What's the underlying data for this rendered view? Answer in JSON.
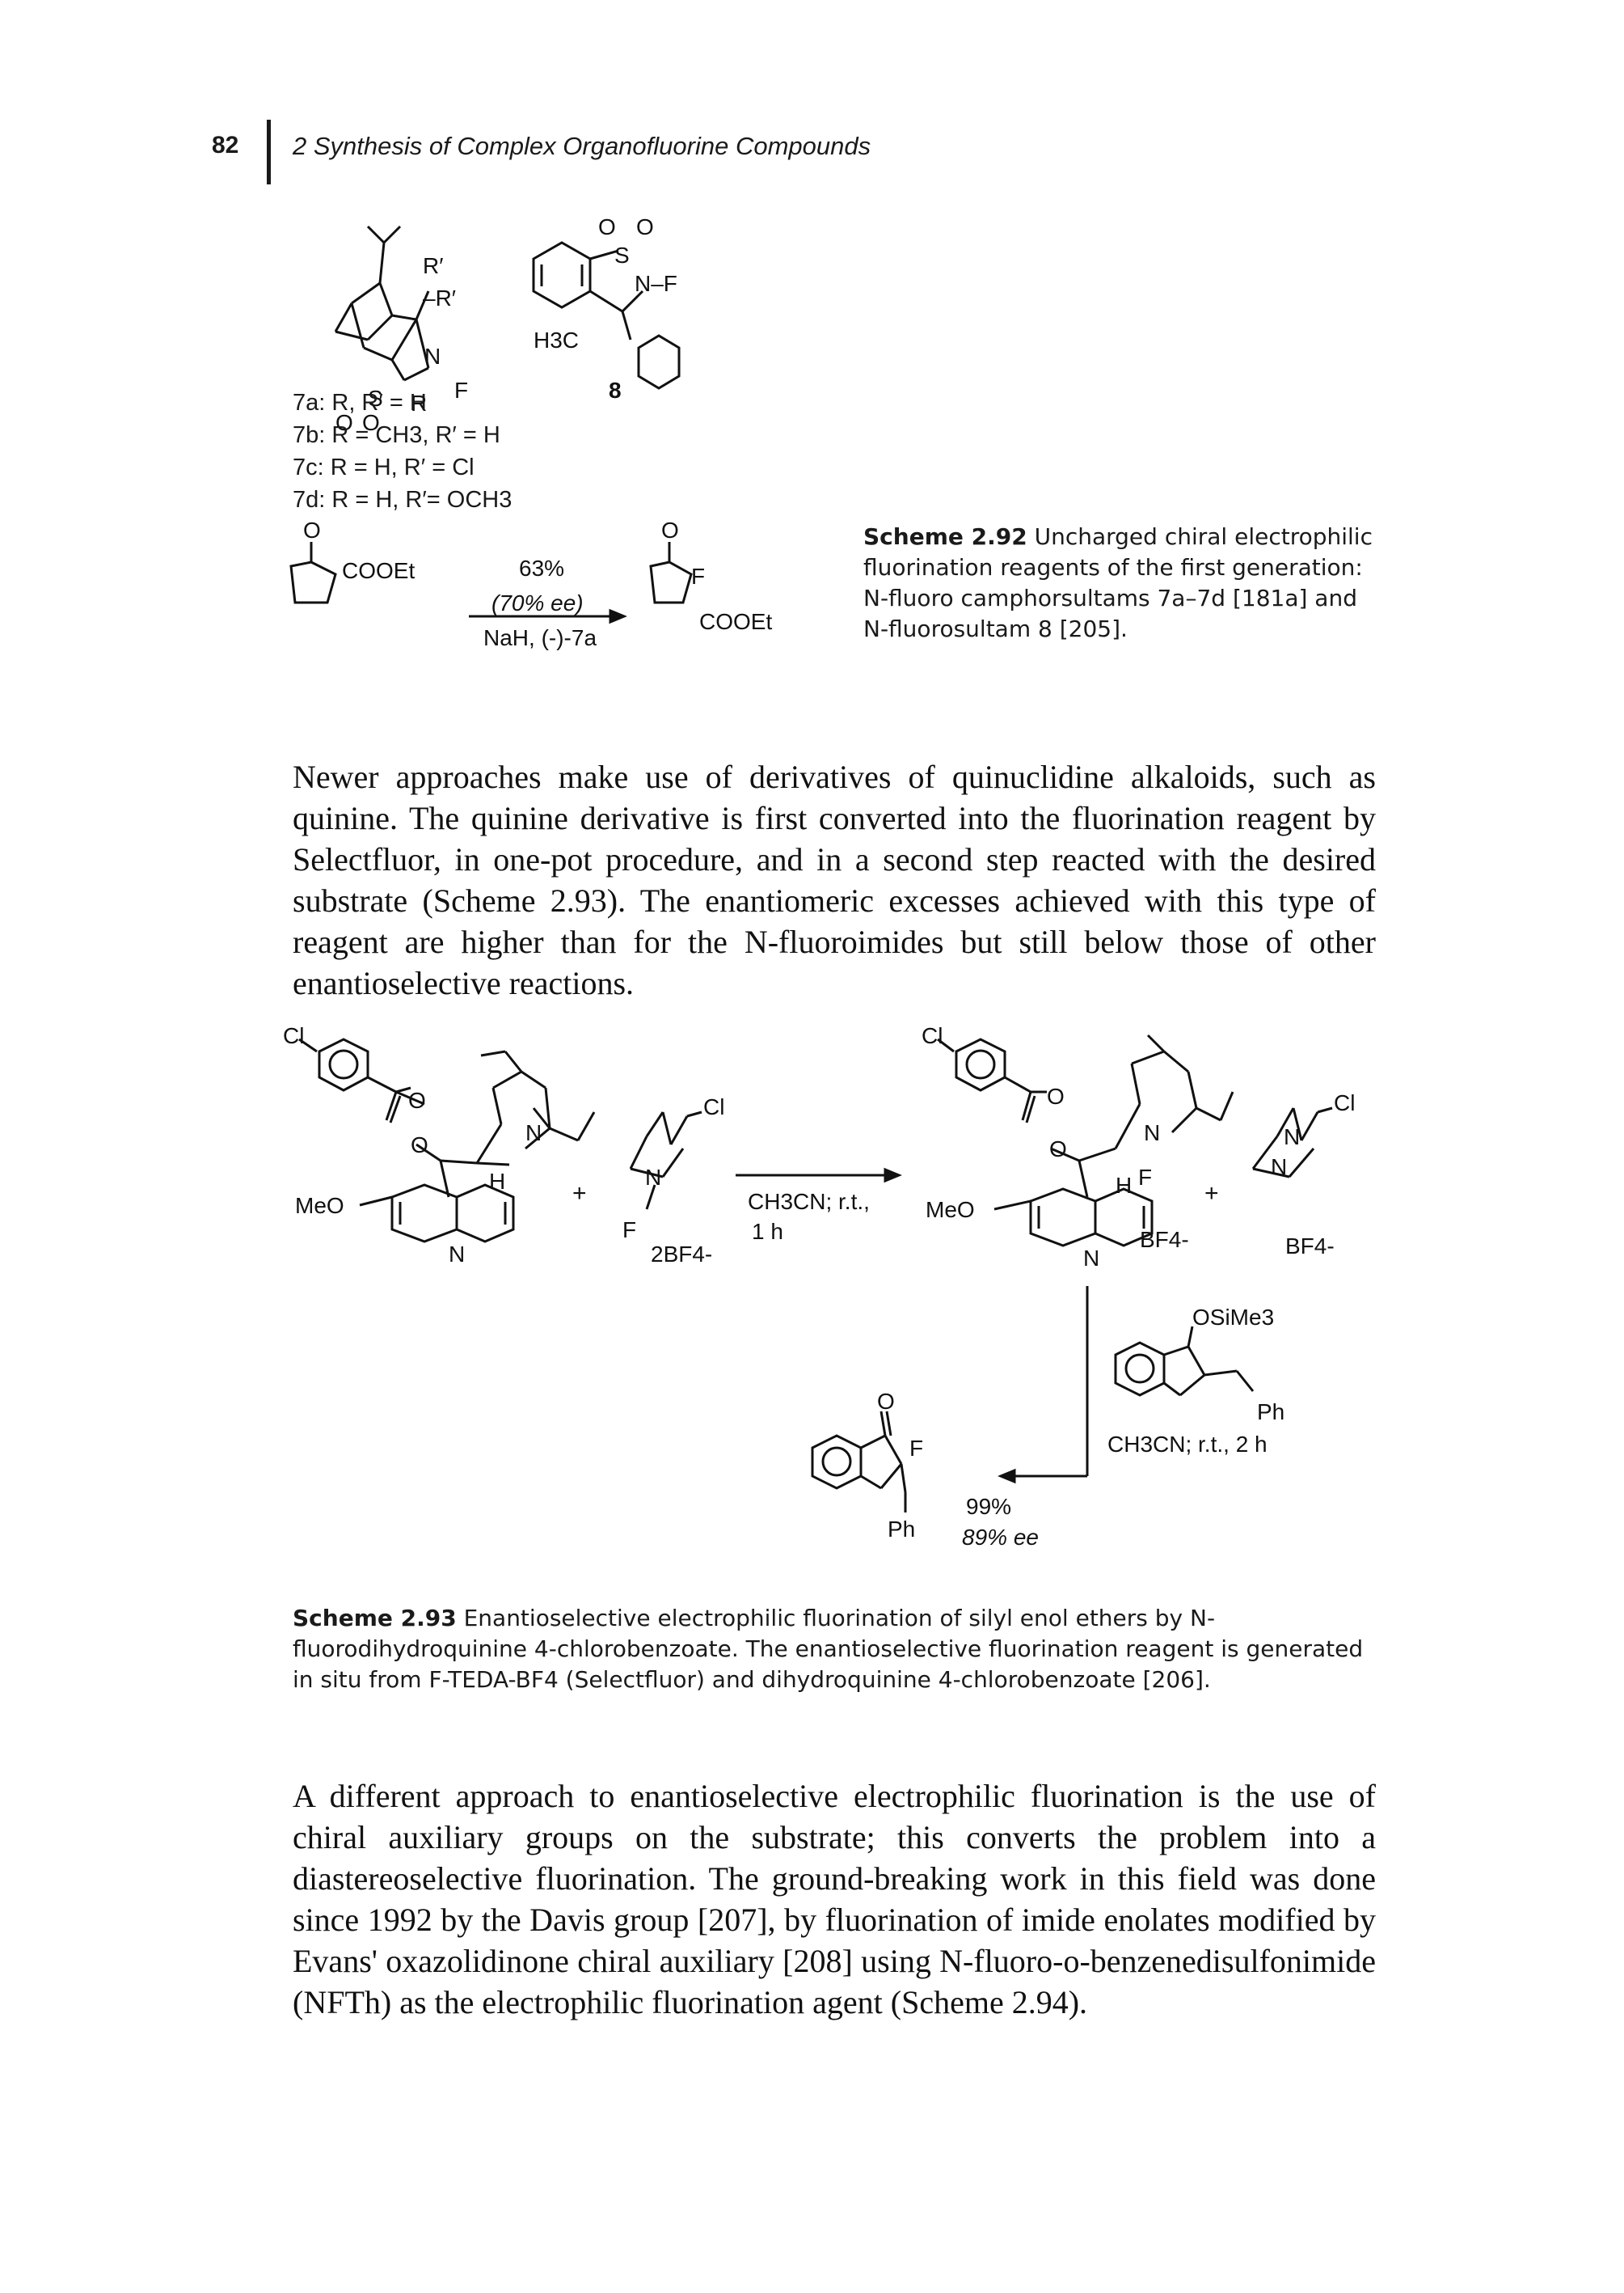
{
  "header": {
    "page_number": "82",
    "chapter_title": "2 Synthesis of Complex Organofluorine Compounds"
  },
  "scheme_292": {
    "compound_labels": [
      "7a: R, R′ = H",
      "7b: R = CH3, R′ = H",
      "7c: R = H, R′ = Cl",
      "7d: R = H, R′= OCH3"
    ],
    "compound_8": "8",
    "atom_labels": {
      "R_prime_top": "R′",
      "R_prime_mid": "–R′",
      "N": "N",
      "F": "F",
      "S": "S",
      "O": "O",
      "R": "R",
      "sultam_O1": "O",
      "sultam_O2": "O",
      "sultam_S": "S",
      "sultam_NF": "N–F",
      "h3c": "H3C"
    },
    "reaction": {
      "start_substituent": "COOEt",
      "start_O": "O",
      "yield": "63%",
      "ee": "(70% ee)",
      "conditions": "NaH, (-)-7a",
      "product_O": "O",
      "product_F": "F",
      "product_substituent": "COOEt"
    },
    "caption_label": "Scheme 2.92",
    "caption_text": "Uncharged chiral electrophilic fluorination reagents of the first generation: N-fluoro camphorsultams 7a–7d [181a] and N-fluorosultam 8 [205]."
  },
  "paragraph_1": "Newer approaches make use of derivatives of quinuclidine alkaloids, such as quinine. The quinine derivative is first converted into the fluorination reagent by Selectfluor, in one-pot procedure, and in a second step reacted with the desired substrate (Scheme 2.93). The enantiomeric excesses achieved with this type of reagent are higher than for the N-fluoroimides but still below those of other enantioselective reactions.",
  "scheme_293": {
    "labels": {
      "cl1": "Cl",
      "o1": "O",
      "o2": "O",
      "meo1": "MeO",
      "n1": "N",
      "h1": "H",
      "nq1": "N",
      "plus1": "+",
      "cl2": "Cl",
      "nplus": "N",
      "f1": "F",
      "salt1": "2BF4-",
      "cond1": "CH3CN; r.t.,",
      "cond2": "1 h",
      "cl3": "Cl",
      "o3": "O",
      "o4": "O",
      "meo2": "MeO",
      "nplus2": "N",
      "f2": "F",
      "h2": "H",
      "nq2": "N",
      "salt2": "BF4-",
      "plus2": "+",
      "cl4": "Cl",
      "n3": "N",
      "n4": "N",
      "salt3": "BF4-",
      "osime3": "OSiMe3",
      "ph1": "Ph",
      "cond3": "CH3CN; r.t., 2 h",
      "o5": "O",
      "f3": "F",
      "ph2": "Ph",
      "yield": "99%",
      "ee": "89% ee"
    },
    "caption_label": "Scheme 2.93",
    "caption_text": "Enantioselective electrophilic fluorination of silyl enol ethers by N-fluorodihydroquinine 4-chlorobenzoate. The enantioselective fluorination reagent is generated in situ from F-TEDA-BF4 (Selectfluor) and dihydroquinine 4-chlorobenzoate [206]."
  },
  "paragraph_2": "A different approach to enantioselective electrophilic fluorination is the use of chiral auxiliary groups on the substrate; this converts the problem into a diastereoselective fluorination. The ground-breaking work in this field was done since 1992 by the Davis group [207], by fluorination of imide enolates modified by Evans' oxazolidinone chiral auxiliary [208] using N-fluoro-o-benzenedisulfonimide (NFTh) as the electrophilic fluorination agent (Scheme 2.94)."
}
